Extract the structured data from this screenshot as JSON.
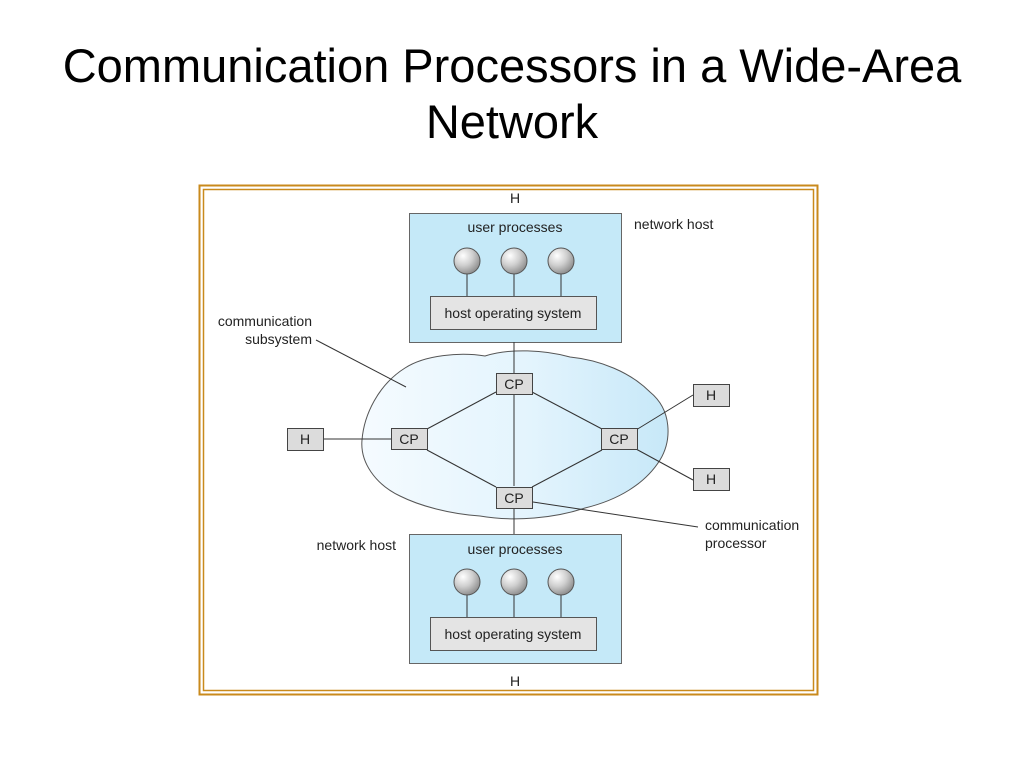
{
  "slide": {
    "title": "Communication Processors in a Wide-Area Network"
  },
  "diagram": {
    "top_host": {
      "node_label": "H",
      "box_label": "user processes",
      "side_label": "network host",
      "os_label": "host operating system"
    },
    "bottom_host": {
      "node_label": "H",
      "box_label": "user processes",
      "side_label": "network host",
      "os_label": "host operating system"
    },
    "cloud_callout": [
      "communication",
      "subsystem"
    ],
    "processor_callout": [
      "communication",
      "processor"
    ],
    "processor_label": "CP",
    "left_host_label": "H",
    "right_top_host_label": "H",
    "right_bottom_host_label": "H",
    "colors": {
      "host_box": "#c5e9f8",
      "cloud": "#d6eefb",
      "node_fill": "#dcdcdc",
      "frame": "#c98a1c"
    }
  }
}
